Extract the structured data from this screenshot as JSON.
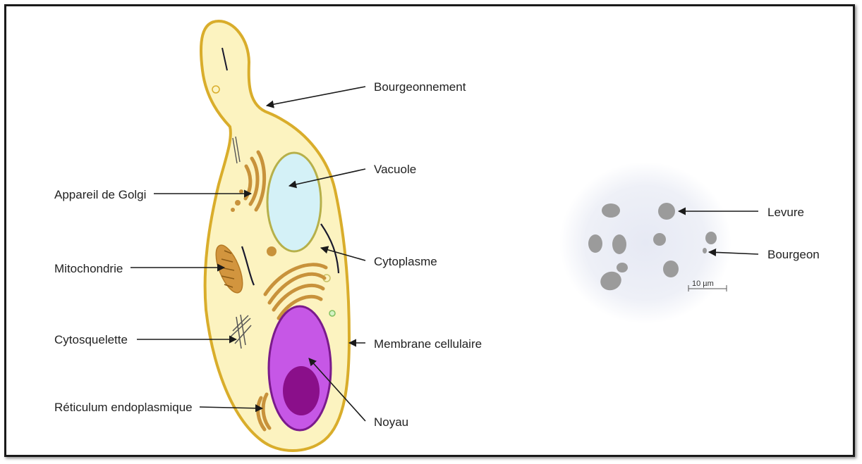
{
  "cell_labels": {
    "budding": "Bourgeonnement",
    "vacuole": "Vacuole",
    "golgi": "Appareil de Golgi",
    "cytoplasm": "Cytoplasme",
    "mitochondria": "Mitochondrie",
    "cytoskeleton": "Cytosquelette",
    "membrane": "Membrane cellulaire",
    "er": "Réticulum endoplasmique",
    "nucleus": "Noyau"
  },
  "micro_labels": {
    "yeast": "Levure",
    "bud": "Bourgeon",
    "scale": "10 µm"
  },
  "colors": {
    "cytoplasm_fill": "#fcf3c0",
    "membrane_stroke": "#d9ad2b",
    "vacuole_fill": "#d4f1f7",
    "nucleus_fill": "#c657e6",
    "nucleolus_fill": "#8a0f8a",
    "organelle": "#c8923b",
    "micro_bg": "#e9ecf5",
    "micro_cell": "#9b9b9b"
  }
}
